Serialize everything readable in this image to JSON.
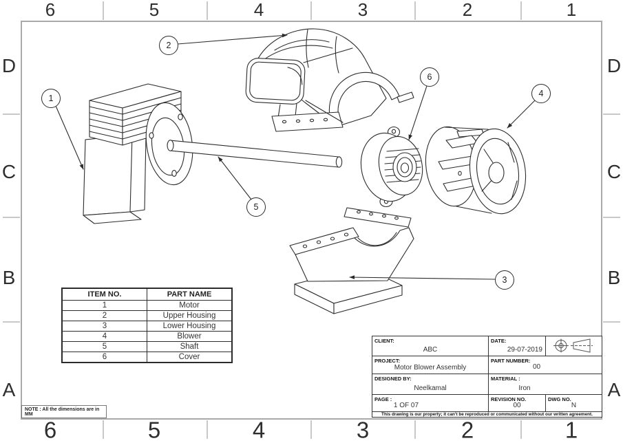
{
  "sheet": {
    "zone_cols": [
      "6",
      "5",
      "4",
      "3",
      "2",
      "1"
    ],
    "zone_rows": [
      "D",
      "C",
      "B",
      "A"
    ],
    "note": "NOTE : All the dimensions are in MM"
  },
  "parts_table": {
    "headers": [
      "ITEM NO.",
      "PART NAME"
    ],
    "rows": [
      [
        "1",
        "Motor"
      ],
      [
        "2",
        "Upper Housing"
      ],
      [
        "3",
        "Lower Housing"
      ],
      [
        "4",
        "Blower"
      ],
      [
        "5",
        "Shaft"
      ],
      [
        "6",
        "Cover"
      ]
    ]
  },
  "balloons": [
    "1",
    "2",
    "3",
    "4",
    "5",
    "6"
  ],
  "title_block": {
    "client_label": "CLIENT:",
    "client": "ABC",
    "date_label": "DATE:",
    "date": "29-07-2019",
    "project_label": "PROJECT:",
    "project": "Motor Blower Assembly",
    "part_number_label": "PART NUMBER:",
    "part_number": "00",
    "designed_by_label": "DESIGNED BY:",
    "designed_by": "Neelkamal",
    "material_label": "MATERIAL :",
    "material": "Iron",
    "page_label": "PAGE :",
    "page": "1 OF 07",
    "revision_label": "REVISION NO.",
    "revision": "00",
    "dwg_label": "DWG NO.",
    "dwg": "N",
    "projection_icon": "third-angle-projection",
    "disclaimer": "This drawing is our property; it can't be reproduced or communicated without our written agreement."
  },
  "colors": {
    "background": "#ffffff",
    "frame": "#a9a9a9",
    "drawing_line": "#2b2b2b",
    "text": "#222222"
  }
}
